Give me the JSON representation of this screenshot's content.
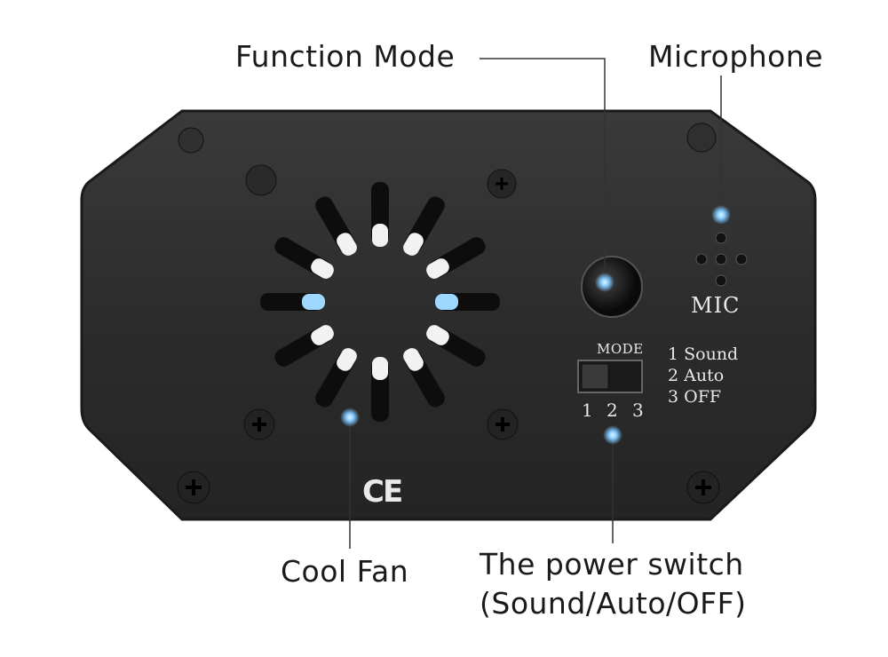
{
  "callouts": {
    "function_mode": "Function Mode",
    "microphone": "Microphone",
    "cool_fan": "Cool Fan",
    "power_switch_line1": "The power switch",
    "power_switch_line2": "(Sound/Auto/OFF)"
  },
  "panel": {
    "mic_label": "MIC",
    "mode_label": "MODE",
    "options": [
      "1 Sound",
      "2 Auto",
      "3 OFF"
    ],
    "switch_positions": [
      "1",
      "2",
      "3"
    ],
    "ce_mark": "CE"
  },
  "colors": {
    "panel": "#2b2b2b",
    "led_blue": "#7fc8ff",
    "line": "#333333"
  }
}
